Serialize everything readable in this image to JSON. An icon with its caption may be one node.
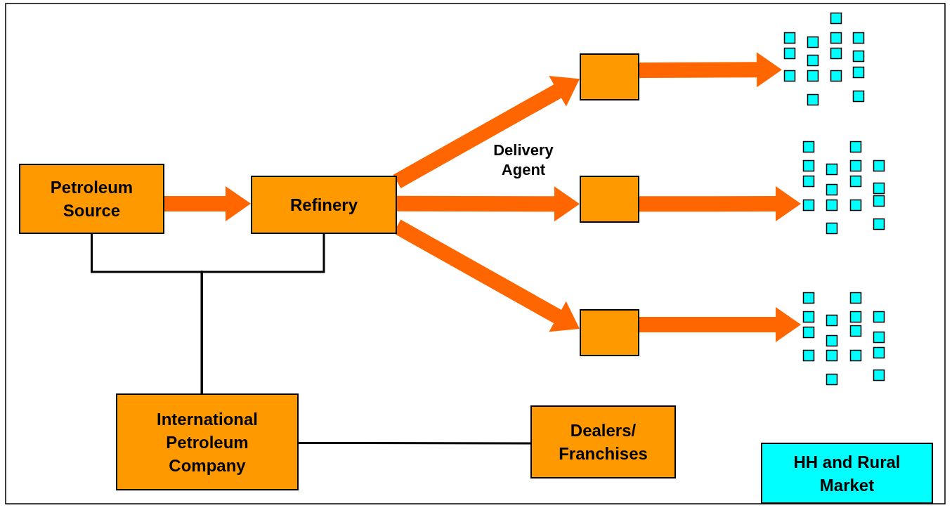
{
  "diagram": {
    "nodes": [
      {
        "text": [
          "Petroleum Source"
        ]
      },
      {
        "text": [
          "Refinery"
        ]
      },
      {
        "text": [
          "International Petroleum Company"
        ]
      },
      {
        "text": [],
        "shape": "box"
      },
      {
        "text": [],
        "shape": "box"
      },
      {
        "text": [],
        "shape": "box"
      },
      {
        "text": [],
        "shape": "squares"
      },
      {
        "text": [],
        "shape": "squares"
      },
      {
        "text": [],
        "shape": "squares"
      },
      {
        "text": [
          "Dealers/ Franchises"
        ]
      },
      {
        "text": [
          "HH and Rural Market"
        ]
      }
    ],
    "edges": [
      {
        "from": 0,
        "to": 1,
        "arrow": "to"
      },
      {
        "from": 1,
        "to": 3,
        "arrow": "to"
      },
      {
        "from": 1,
        "to": 4,
        "arrow": "to"
      },
      {
        "from": 1,
        "to": 5,
        "arrow": "to"
      },
      {
        "from": 3,
        "to": 6,
        "arrow": "to"
      },
      {
        "from": 4,
        "to": 7,
        "arrow": "to"
      },
      {
        "from": 5,
        "to": 8,
        "arrow": "to"
      },
      {
        "from": 0,
        "to": 2,
        "arrow": "none",
        "color": "#000000"
      },
      {
        "from": 1,
        "to": 2,
        "arrow": "none",
        "color": "#000000"
      },
      {
        "from": 2,
        "to": 9,
        "arrow": "none",
        "color": "#000000"
      }
    ],
    "labels": [
      "Delivery Agent"
    ]
  }
}
